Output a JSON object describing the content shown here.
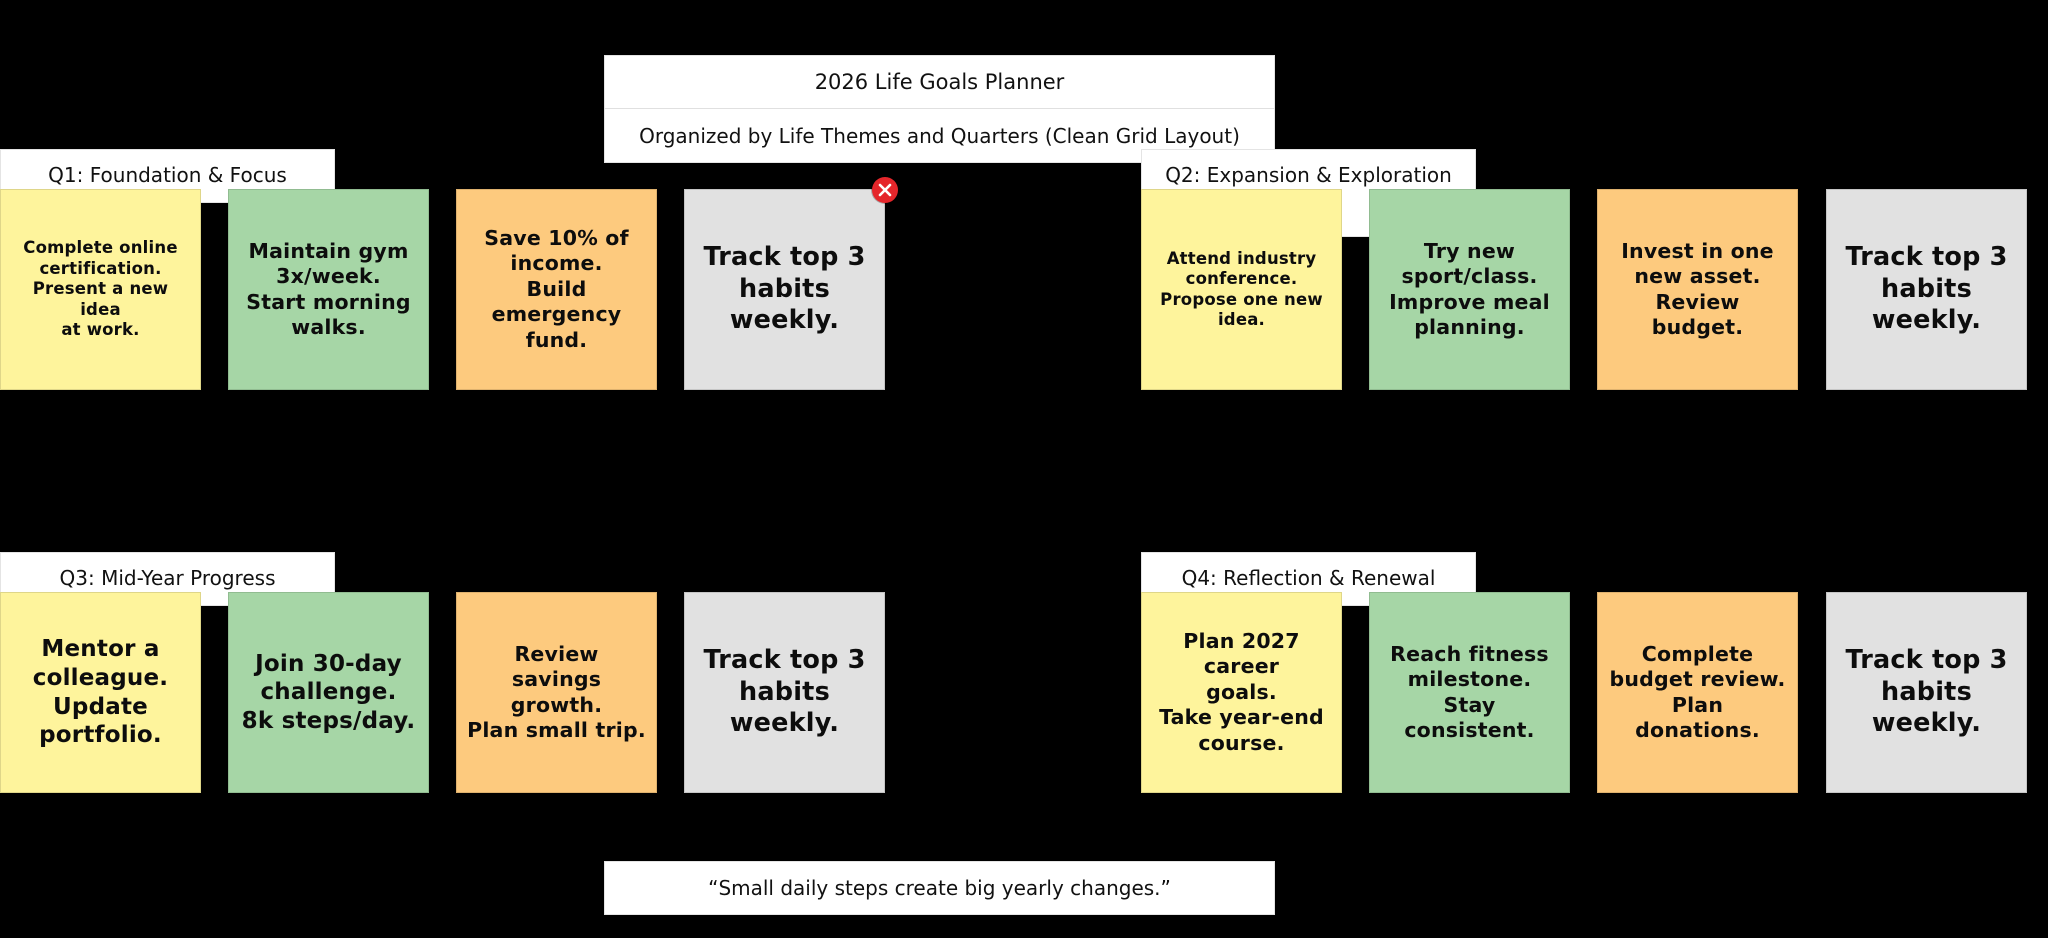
{
  "board": {
    "title": "2026 Life Goals Planner",
    "subtitle": "Organized by Life Themes and Quarters (Clean Grid Layout)",
    "quote": "“Small daily steps create big yearly changes.”"
  },
  "quarters": [
    {
      "label": "Q1: Foundation & Focus",
      "notes": [
        {
          "color": "yellow",
          "text": "Complete online\ncertification.\nPresent a new idea\nat work."
        },
        {
          "color": "green",
          "text": "Maintain gym\n3x/week.\nStart morning\nwalks."
        },
        {
          "color": "orange",
          "text": "Save 10% of\nincome.\nBuild emergency\nfund."
        },
        {
          "color": "gray",
          "text": "Track top 3\nhabits weekly."
        }
      ]
    },
    {
      "label": "Q2: Expansion & Exploration",
      "notes": [
        {
          "color": "yellow",
          "text": "Attend industry\nconference.\nPropose one new\nidea."
        },
        {
          "color": "green",
          "text": "Try new\nsport/class.\nImprove meal\nplanning."
        },
        {
          "color": "orange",
          "text": "Invest in one\nnew asset.\nReview budget."
        },
        {
          "color": "gray",
          "text": "Track top 3\nhabits weekly."
        }
      ]
    },
    {
      "label": "Q3: Mid-Year Progress",
      "notes": [
        {
          "color": "yellow",
          "text": "Mentor a\ncolleague.\nUpdate\nportfolio."
        },
        {
          "color": "green",
          "text": "Join 30-day\nchallenge.\n8k steps/day."
        },
        {
          "color": "orange",
          "text": "Review savings\ngrowth.\nPlan small trip."
        },
        {
          "color": "gray",
          "text": "Track top 3\nhabits weekly."
        }
      ]
    },
    {
      "label": "Q4: Reflection & Renewal",
      "notes": [
        {
          "color": "yellow",
          "text": "Plan 2027 career\ngoals.\nTake year-end\ncourse."
        },
        {
          "color": "green",
          "text": "Reach fitness\nmilestone.\nStay consistent."
        },
        {
          "color": "orange",
          "text": "Complete\nbudget review.\nPlan donations."
        },
        {
          "color": "gray",
          "text": "Track top 3\nhabits weekly."
        }
      ]
    }
  ],
  "colors": {
    "yellow": "#fef49c",
    "green": "#a6d6a6",
    "orange": "#fdca7e",
    "gray": "#e1e1e1",
    "background": "#000000",
    "delete": "#e5262b"
  },
  "icons": {
    "delete_badge": "close-icon"
  }
}
